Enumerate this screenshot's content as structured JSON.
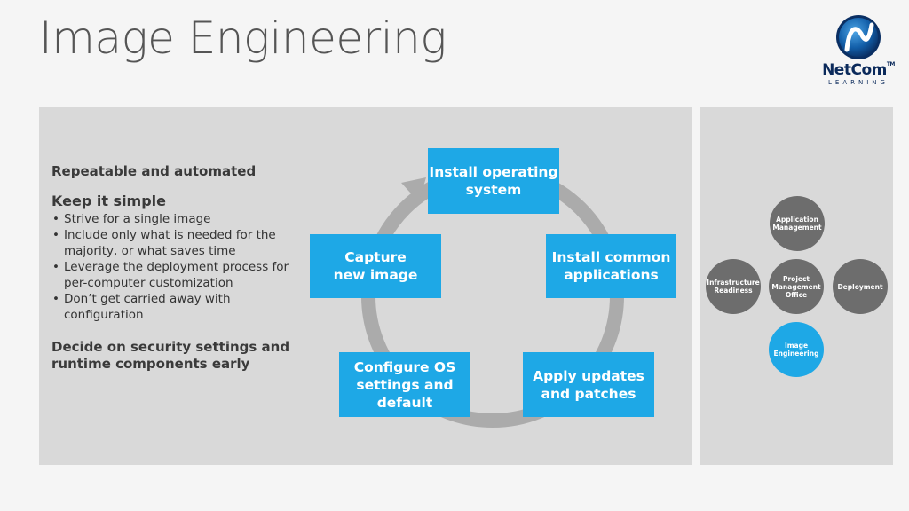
{
  "slide": {
    "title": "Image Engineering"
  },
  "logo": {
    "name": "NetCom",
    "tm": "TM",
    "tagline": "LEARNING"
  },
  "left": {
    "heading1": "Repeatable and automated",
    "heading2": "Keep it simple",
    "bullets": [
      "Strive for a single image",
      "Include only what is needed for the majority, or what saves time",
      "Leverage the deployment process for per-computer customization",
      "Don’t get carried away with configuration"
    ],
    "heading3_line1": "Decide on security settings and",
    "heading3_line2": "runtime components early"
  },
  "cycle": {
    "steps": [
      "Install operating system",
      "Install common applications",
      "Apply updates and patches",
      "Configure OS settings and default",
      "Capture new image"
    ]
  },
  "sidebar": {
    "top": "Application Management",
    "left": "Infrastructure Readiness",
    "center": "Project Management Office",
    "right": "Deployment",
    "bottom": "Image Engineering"
  },
  "colors": {
    "accent": "#1ea8e6",
    "panel": "#d9d9d9",
    "node": "#6d6d6d",
    "arrow": "#ababab"
  }
}
